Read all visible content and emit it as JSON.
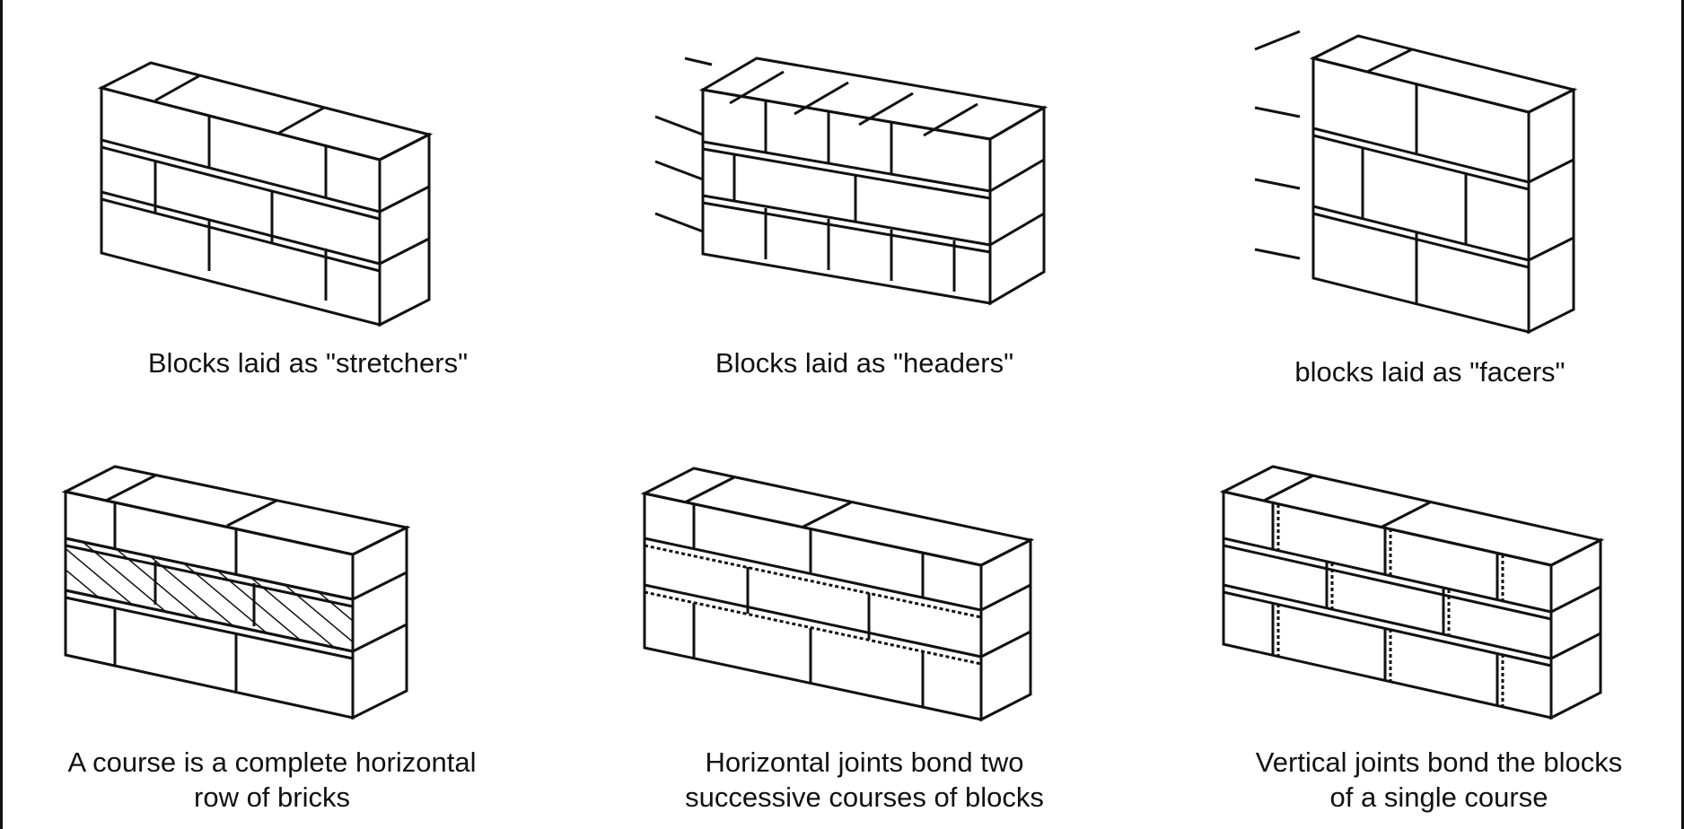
{
  "panels": [
    {
      "id": "stretchers",
      "caption": [
        "Blocks laid as \"stretchers\""
      ]
    },
    {
      "id": "headers",
      "caption": [
        "Blocks laid as \"headers\""
      ]
    },
    {
      "id": "facers",
      "caption": [
        "blocks laid as \"facers\""
      ]
    },
    {
      "id": "course",
      "caption": [
        "A course is a complete horizontal",
        "row of bricks"
      ]
    },
    {
      "id": "horizontal-joints",
      "caption": [
        "Horizontal joints bond two",
        "successive courses of blocks"
      ]
    },
    {
      "id": "vertical-joints",
      "caption": [
        "Vertical joints bond the blocks",
        "of a single course"
      ]
    }
  ]
}
